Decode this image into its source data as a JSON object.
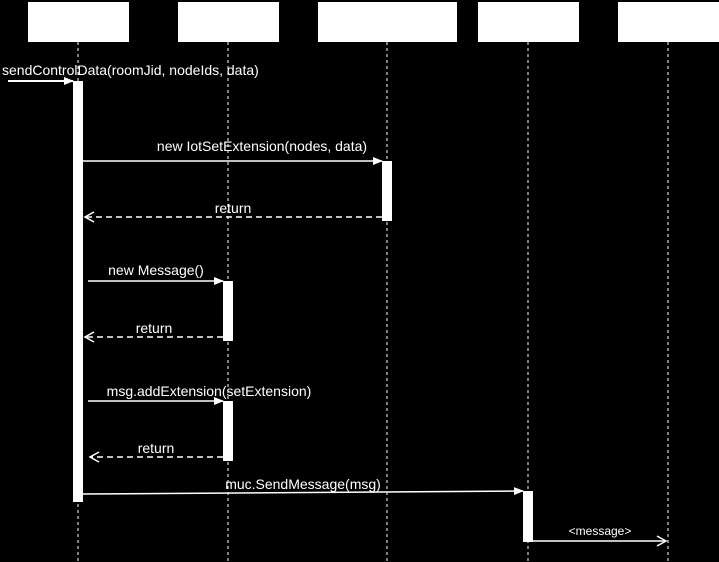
{
  "participants": [
    {
      "name": ""
    },
    {
      "name": ""
    },
    {
      "name": ""
    },
    {
      "name": ""
    },
    {
      "name": ""
    }
  ],
  "messages": [
    {
      "label": "sendControlData(roomJid, nodeIds, data)",
      "kind": "call"
    },
    {
      "label": "new IotSetExtension(nodes, data)",
      "kind": "call"
    },
    {
      "label": "return",
      "kind": "return"
    },
    {
      "label": "new Message()",
      "kind": "call"
    },
    {
      "label": "return",
      "kind": "return"
    },
    {
      "label": "msg.addExtension(setExtension)",
      "kind": "call"
    },
    {
      "label": "return",
      "kind": "return"
    },
    {
      "label": "muc.SendMessage(msg)",
      "kind": "call"
    },
    {
      "label": "<message>",
      "kind": "call"
    }
  ],
  "colors": {
    "background": "#000000",
    "foreground": "#ffffff"
  }
}
